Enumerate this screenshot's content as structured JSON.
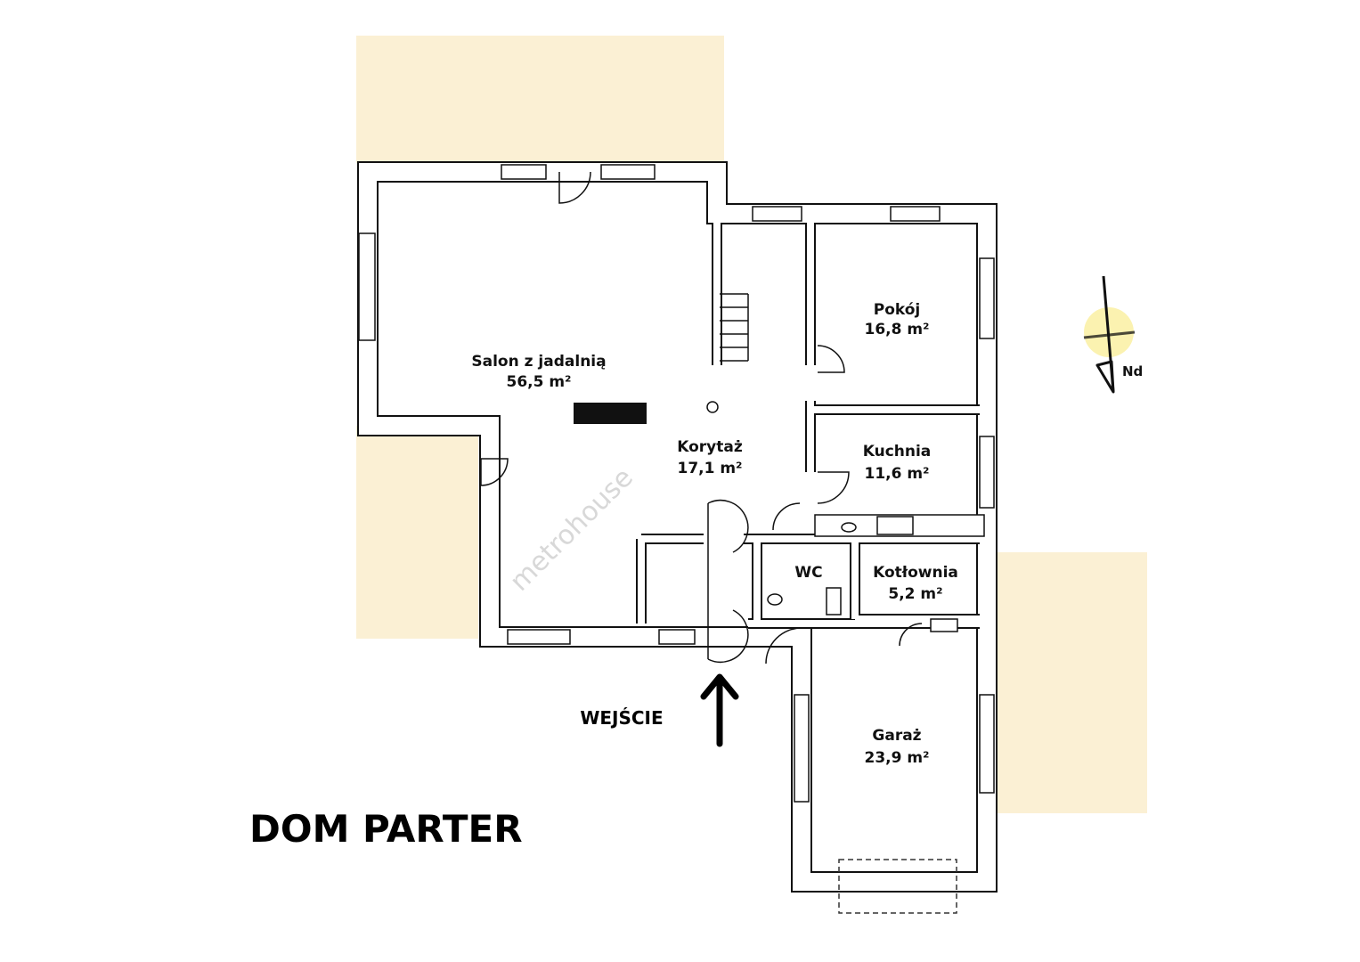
{
  "title": "DOM PARTER",
  "entrance_label": "WEJŚCIE",
  "watermark": "metrohouse",
  "compass": {
    "label": "Nd"
  },
  "colors": {
    "terrace": "#fbf0d4",
    "sun": "#fbf2b0",
    "wall": "#111111"
  },
  "rooms": [
    {
      "name": "Salon z jadalnią",
      "area": "56,5 m²"
    },
    {
      "name": "Pokój",
      "area": "16,8 m²"
    },
    {
      "name": "Korytaż",
      "area": "17,1 m²"
    },
    {
      "name": "Kuchnia",
      "area": "11,6 m²"
    },
    {
      "name": "WC",
      "area": ""
    },
    {
      "name": "Kotłownia",
      "area": "5,2 m²"
    },
    {
      "name": "Garaż",
      "area": "23,9 m²"
    }
  ]
}
